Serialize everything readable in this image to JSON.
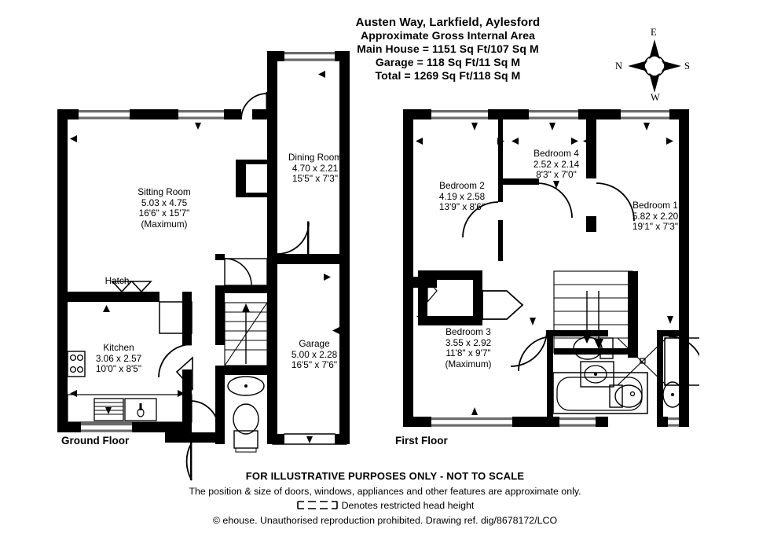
{
  "title": {
    "address": "Austen Way, Larkfield, Aylesford",
    "subtitle": "Approximate Gross Internal Area",
    "main_house": "Main House = 1151 Sq Ft/107 Sq M",
    "garage": "Garage = 118 Sq Ft/11 Sq M",
    "total": "Total = 1269 Sq Ft/118 Sq M"
  },
  "compass": {
    "top": "E",
    "left": "N",
    "right": "S",
    "bottom": "W"
  },
  "floors": {
    "ground": "Ground Floor",
    "first": "First Floor"
  },
  "ground_floor_rooms": [
    {
      "name": "Sitting Room",
      "metric": "5.03 x 4.75",
      "imperial": "16'6\" x 15'7\"",
      "note": "(Maximum)"
    },
    {
      "name": "Dining Room",
      "metric": "4.70 x 2.21",
      "imperial": "15'5\" x 7'3\"",
      "note": ""
    },
    {
      "name": "Kitchen",
      "metric": "3.06 x 2.57",
      "imperial": "10'0\" x 8'5\"",
      "note": ""
    },
    {
      "name": "Garage",
      "metric": "5.00 x 2.28",
      "imperial": "16'5\" x 7'6\"",
      "note": ""
    }
  ],
  "ground_floor_features": {
    "hatch": "Hatch"
  },
  "first_floor_rooms": [
    {
      "name": "Bedroom 2",
      "metric": "4.19 x 2.58",
      "imperial": "13'9\" x 8'6\"",
      "note": ""
    },
    {
      "name": "Bedroom 4",
      "metric": "2.52 x 2.14",
      "imperial": "8'3\" x 7'0\"",
      "note": ""
    },
    {
      "name": "Bedroom 1",
      "metric": "5.82 x 2.20",
      "imperial": "19'1\" x 7'3\"",
      "note": ""
    },
    {
      "name": "Bedroom 3",
      "metric": "3.55 x 2.92",
      "imperial": "11'8\" x 9'7\"",
      "note": "(Maximum)"
    }
  ],
  "footer": {
    "disclaimer": "FOR ILLUSTRATIVE PURPOSES ONLY - NOT TO SCALE",
    "approximate": "The position & size of doors, windows, appliances and other features are approximate only.",
    "restricted": "Denotes restricted head height",
    "copyright": "© ehouse. Unauthorised reproduction prohibited. Drawing ref. dig/8678172/LCO"
  },
  "colors": {
    "wall": "#000000",
    "background": "#ffffff",
    "thin_line": "#5a5a5a"
  }
}
